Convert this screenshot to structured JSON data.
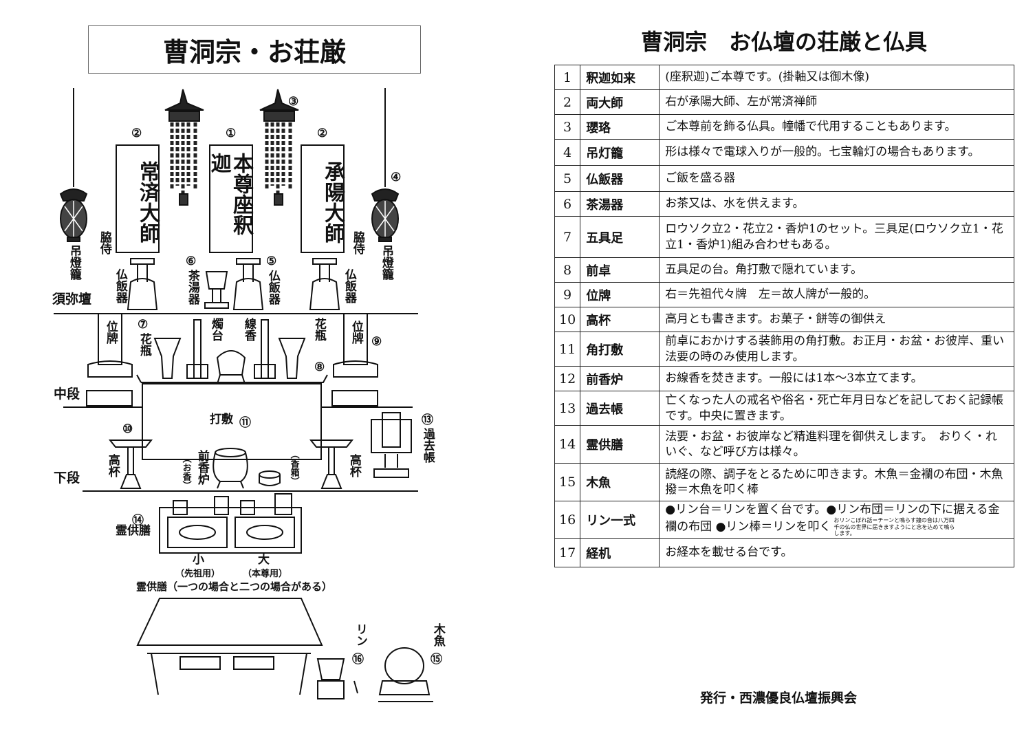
{
  "left": {
    "title": "曹洞宗・お荘厳",
    "scrolls": {
      "left": "常済大師",
      "center": "本尊座釈迦",
      "right": "承陽大師"
    },
    "labels": {
      "lantern": "吊燈籠",
      "wakiji": "脇侍",
      "buppanki": "仏飯器",
      "chatoki": "茶湯器",
      "shumidan": "須弥壇",
      "ihai": "位牌",
      "kabin": "花瓶",
      "shokudai": "燭台",
      "senko": "線香",
      "chudan": "中段",
      "uchishiki": "打敷",
      "takatsuki": "高杯",
      "maekoro": "前香炉",
      "okou": "（お香）",
      "kobako": "（香箱）",
      "gedan": "下段",
      "kakocho": "過去帳",
      "reigusen": "霊供膳",
      "small": "小",
      "large": "大",
      "small_sub": "（先祖用）",
      "large_sub": "（本尊用）",
      "reigusen_note": "霊供膳（一つの場合と二つの場合がある）",
      "rin": "リン",
      "mokugyo": "木魚"
    },
    "numbers": {
      "n1": "①",
      "n2": "②",
      "n3": "③",
      "n4": "④",
      "n5": "⑤",
      "n6": "⑥",
      "n7": "⑦",
      "n8": "⑧",
      "n9": "⑨",
      "n10": "⑩",
      "n11": "⑪",
      "n13": "⑬",
      "n14": "⑭",
      "n15": "⑮",
      "n16": "⑯"
    }
  },
  "right": {
    "title": "曹洞宗　お仏壇の荘厳と仏具",
    "items": [
      {
        "no": "1",
        "name": "釈迦如来",
        "desc": "(座釈迦)ご本尊です。(掛軸又は御木像)"
      },
      {
        "no": "2",
        "name": "両大師",
        "desc": "右が承陽大師、左が常済禅師"
      },
      {
        "no": "3",
        "name": "瓔珞",
        "desc": "ご本尊前を飾る仏具。幢幡で代用することもあります。"
      },
      {
        "no": "4",
        "name": "吊灯籠",
        "desc": "形は様々で電球入りが一般的。七宝輪灯の場合もあります。"
      },
      {
        "no": "5",
        "name": "仏飯器",
        "desc": "ご飯を盛る器"
      },
      {
        "no": "6",
        "name": "茶湯器",
        "desc": "お茶又は、水を供えます。"
      },
      {
        "no": "7",
        "name": "五具足",
        "desc": "ロウソク立2・花立2・香炉1のセット。三具足(ロウソク立1・花立1・香炉1)組み合わせもある。"
      },
      {
        "no": "8",
        "name": "前卓",
        "desc": "五具足の台。角打敷で隠れています。"
      },
      {
        "no": "9",
        "name": "位牌",
        "desc": "右＝先祖代々牌　左＝故人牌が一般的。"
      },
      {
        "no": "10",
        "name": "高杯",
        "desc": "高月とも書きます。お菓子・餅等の御供え"
      },
      {
        "no": "11",
        "name": "角打敷",
        "desc": "前卓におかけする装飾用の角打敷。お正月・お盆・お彼岸、重い法要の時のみ使用します。"
      },
      {
        "no": "12",
        "name": "前香炉",
        "desc": "お線香を焚きます。一般には1本〜3本立てます。"
      },
      {
        "no": "13",
        "name": "過去帳",
        "desc": "亡くなった人の戒名や俗名・死亡年月日などを記しておく記録帳です。中央に置きます。"
      },
      {
        "no": "14",
        "name": "霊供膳",
        "desc": "法要・お盆・お彼岸など精進料理を御供えします。　おりく・れいぐ、など呼び方は様々。"
      },
      {
        "no": "15",
        "name": "木魚",
        "desc": "読経の際、調子をとるために叩きます。木魚＝金襴の布団・木魚撥＝木魚を叩く棒"
      },
      {
        "no": "16",
        "name": "リン一式",
        "desc": "●リン台＝リンを置く台です。●リン布団＝リンの下に据える金襴の布団 ●リン棒＝リンを叩く",
        "note": "おリンこぼれ話＝チーンと鳴らす鐘の音は八万四千の仏の世界に届きますようにと念を込めて鳴らします。"
      },
      {
        "no": "17",
        "name": "経机",
        "desc": "お経本を載せる台です。"
      }
    ],
    "publisher": "発行・西濃優良仏壇振興会"
  }
}
